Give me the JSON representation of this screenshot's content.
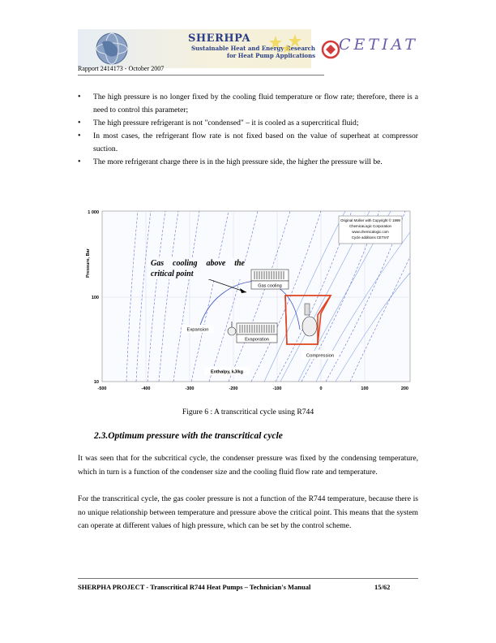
{
  "header": {
    "logo_title": "SHERHPA",
    "logo_sub1": "Sustainable Heat and Energy Research",
    "logo_sub2": "for Heat Pump Applications",
    "cetiat": "CETIAT",
    "report_ref": "Rapport 2414173 - October 2007"
  },
  "bullets": [
    "The high pressure is no longer fixed by the cooling fluid temperature or flow rate; therefore, there is a need to control this parameter;",
    "The high pressure refrigerant is not \"condensed\" – it is cooled as a supercritical fluid;",
    "In most cases, the refrigerant flow rate is not fixed based on the value of superheat at compressor suction.",
    "The more refrigerant charge there is in the high pressure side, the higher the pressure will be."
  ],
  "figure": {
    "y_ticks": [
      "1 000",
      "100",
      "10"
    ],
    "x_ticks": [
      "-500",
      "-400",
      "-300",
      "-200",
      "-100",
      "0",
      "100",
      "200"
    ],
    "y_axis_label": "Pressure, Bar",
    "x_axis_label": "Enthalpy, kJ/kg",
    "copyright_lines": [
      "Original Mollier with Copyright © 1999",
      "ChemicaLogic Corporation",
      "www.chemicalogic.com",
      "Cycle additions CETIAT"
    ],
    "annotation": "Gas cooling above the critical point",
    "labels": {
      "gas_cooling": "Gas cooling",
      "expansion": "Expansion",
      "evaporation": "Evaporation",
      "compression": "Compression"
    },
    "cycle_color": "#e0431f",
    "isotherm_color": "#3f51c8"
  },
  "caption": "Figure 6 : A transcritical cycle using R744",
  "section": {
    "number": "2.3.",
    "title": "Optimum pressure with the transcritical cycle"
  },
  "paragraphs": [
    "It was seen that for the subcritical cycle, the condenser pressure was fixed by the condensing temperature, which in turn is a function of the condenser size and the cooling fluid flow rate and temperature.",
    "For the transcritical cycle, the gas cooler pressure is not a function of the R744 temperature, because there is no unique relationship between temperature and pressure above the critical point. This means that the system can operate at different values of high pressure, which can be set by the control scheme."
  ],
  "footer": {
    "left": "SHERPHA PROJECT - Transcritical R744 Heat Pumps – Technician's Manual",
    "page": "15/62"
  }
}
